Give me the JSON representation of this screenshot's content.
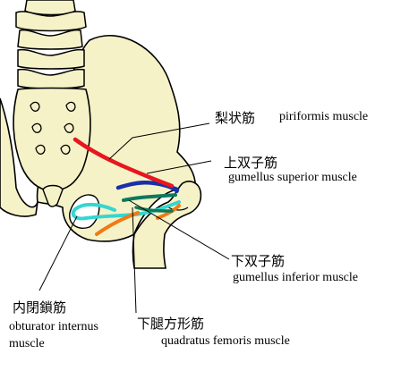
{
  "labels": {
    "piriformis": {
      "jp": "梨状筋",
      "en": "piriformis muscle"
    },
    "gemellus_superior": {
      "jp": "上双子筋",
      "en": "gumellus superior muscle"
    },
    "gemellus_inferior": {
      "jp": "下双子筋",
      "en": "gumellus inferior muscle"
    },
    "obturator_internus": {
      "jp": "内閉鎖筋",
      "en_line1": "obturator internus",
      "en_line2": "muscle"
    },
    "quadratus_femoris": {
      "jp": "下腿方形筋",
      "en": "quadratus femoris muscle"
    }
  },
  "colors": {
    "bone_fill": "#f5f2c8",
    "outline": "#000000",
    "piriformis": "#e8161e",
    "gemellus_superior": "#1a2fa8",
    "gemellus_inferior": "#0a7a5a",
    "obturator_internus": "#35d6d0",
    "quadratus_femoris": "#f07a14"
  }
}
